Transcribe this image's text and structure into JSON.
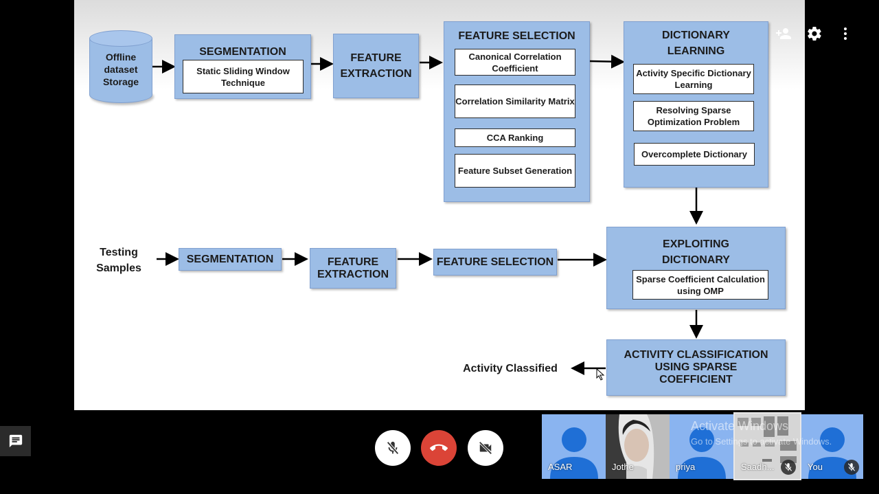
{
  "slide": {
    "storage": "Offline dataset Storage",
    "train_segmentation": {
      "title": "SEGMENTATION",
      "item": "Static Sliding Window Technique"
    },
    "train_feature_extraction": "FEATURE EXTRACTION",
    "feature_selection": {
      "title": "FEATURE SELECTION",
      "items": [
        "Canonical Correlation Coefficient",
        "Correlation Similarity Matrix",
        "CCA Ranking",
        "Feature Subset Generation"
      ]
    },
    "dictionary_learning": {
      "title": "DICTIONARY LEARNING",
      "items": [
        "Activity Specific Dictionary Learning",
        "Resolving Sparse Optimization Problem",
        "Overcomplete Dictionary"
      ]
    },
    "testing_samples": "Testing Samples",
    "test_segmentation": "SEGMENTATION",
    "test_feature_extraction": "FEATURE EXTRACTION",
    "test_feature_selection": "FEATURE SELECTION",
    "exploiting": {
      "title": "EXPLOITING DICTIONARY COEFFICIENT",
      "item": "Sparse Coefficient Calculation using OMP"
    },
    "classification": "ACTIVITY CLASSIFICATION USING SPARSE COEFFICIENT",
    "activity_classified": "Activity Classified"
  },
  "icons": {
    "add_person": "person-add-icon",
    "settings": "gear-icon",
    "more": "more-vert-icon",
    "chat": "chat-icon",
    "mic": "mic-off-icon",
    "hangup": "hangup-icon",
    "camera": "camera-off-icon"
  },
  "colors": {
    "box_fill": "#9cbde6",
    "hangup": "#db4437",
    "tile_bg": "#8ab4f0",
    "avatar": "#1f6fd6"
  },
  "participants": [
    {
      "name": "ASAR",
      "muted": false
    },
    {
      "name": "Jothe",
      "muted": false
    },
    {
      "name": "priya",
      "muted": false
    },
    {
      "name": "Saadh...",
      "muted": true
    },
    {
      "name": "You",
      "muted": true
    }
  ],
  "watermark": {
    "line1": "Activate Windows",
    "line2": "Go to Settings to activate Windows."
  }
}
